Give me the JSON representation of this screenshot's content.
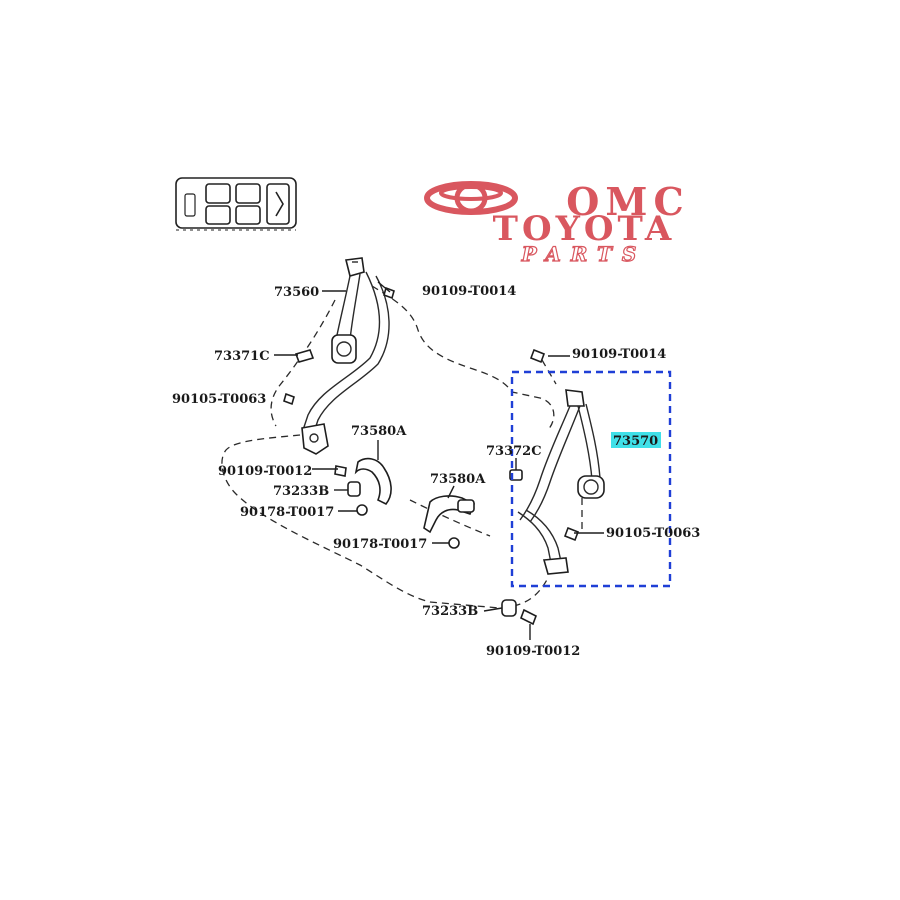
{
  "logo": {
    "line1": "OMC",
    "line2": "TOYOTA",
    "line3": "PARTS",
    "color": "#d9575f"
  },
  "labels": {
    "p73560": "73560",
    "p90109_T0014_left": "90109-T0014",
    "p73371C": "73371C",
    "p90105_T0063_left": "90105-T0063",
    "p73580A_top": "73580A",
    "p90109_T0012_left": "90109-T0012",
    "p73233B_left": "73233B",
    "p90178_T0017_left": "90178-T0017",
    "p73580A_mid": "73580A",
    "p90178_T0017_mid": "90178-T0017",
    "p90109_T0014_right": "90109-T0014",
    "p73372C": "73372C",
    "p73570": "73570",
    "p90105_T0063_right": "90105-T0063",
    "p73233B_bottom": "73233B",
    "p90109_T0012_bottom": "90109-T0012"
  },
  "highlight": {
    "part": "73570",
    "label_bg": "#40e0e8",
    "box_color": "#1f3fd6"
  },
  "icons": {
    "location": "vehicle-rear-seat-location-icon"
  }
}
